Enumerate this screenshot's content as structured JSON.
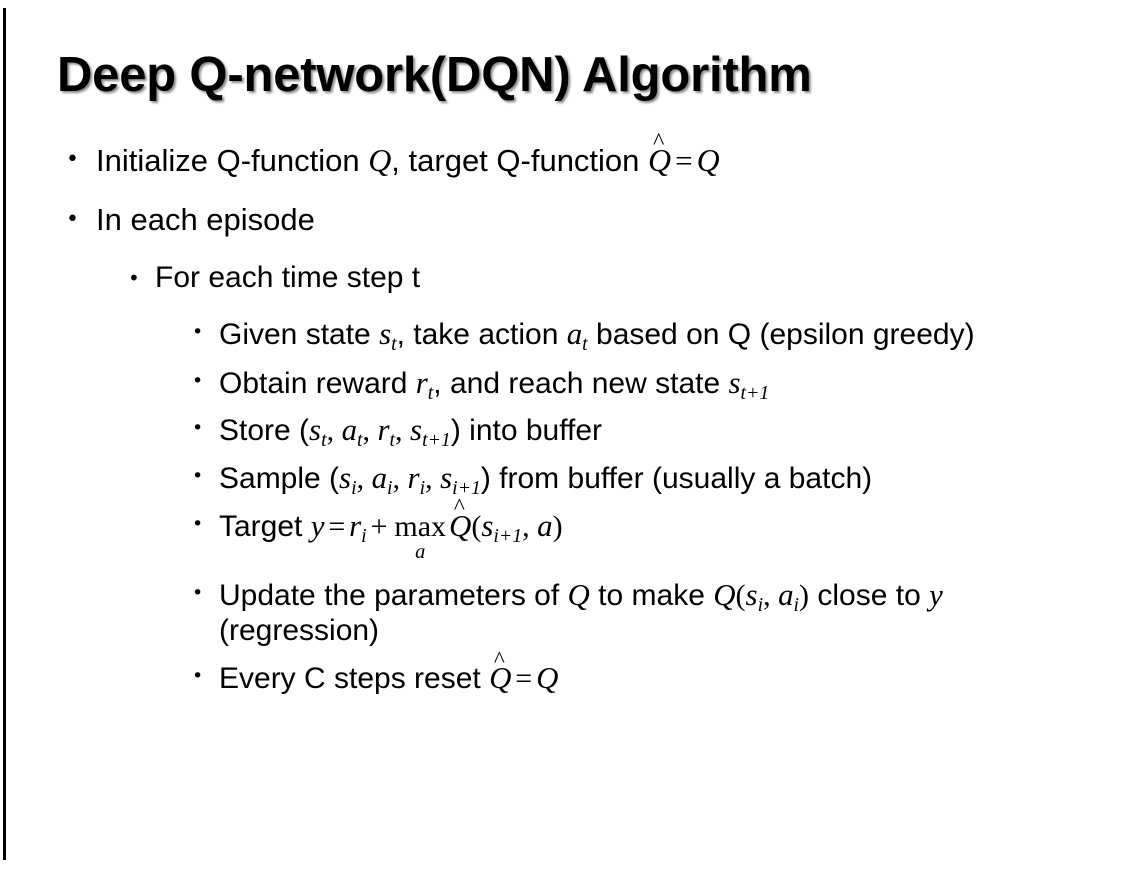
{
  "slide": {
    "title": "Deep Q-network(DQN) Algorithm",
    "background_color": "#ffffff",
    "text_color": "#000000",
    "accent_rule_color": "#000000",
    "bullet_glyph": "•"
  },
  "content": {
    "b1": {
      "level": 1,
      "text_parts": {
        "p1": "Initialize Q-function ",
        "var_q1": "Q",
        "p2": ", target Q-function ",
        "var_qhat": "Q",
        "hat": "̂",
        "eq": "=",
        "var_q2": "Q"
      },
      "plain": "Initialize Q-function Q, target Q-function Q̂ = Q"
    },
    "b2": {
      "level": 1,
      "plain": "In each episode"
    },
    "b3": {
      "level": 2,
      "plain": "For each time step t"
    },
    "b4": {
      "level": 3,
      "text_parts": {
        "p1": "Given state ",
        "var_s": "s",
        "sub_t1": "t",
        "p2": ", take action ",
        "var_a": "a",
        "sub_t2": "t",
        "p3": " based on Q (epsilon greedy)"
      },
      "plain": "Given state sₜ, take action aₜ based on Q (epsilon greedy)"
    },
    "b5": {
      "level": 3,
      "text_parts": {
        "p1": "Obtain reward ",
        "var_r": "r",
        "sub_t": "t",
        "p2": ", and reach new state ",
        "var_s": "s",
        "sub_t1": "t+1"
      },
      "plain": "Obtain reward rₜ, and reach new state sₜ₊₁"
    },
    "b6": {
      "level": 3,
      "text_parts": {
        "p1": "Store (",
        "v1": "s",
        "s1": "t",
        "c1": ", ",
        "v2": "a",
        "s2": "t",
        "c2": ", ",
        "v3": "r",
        "s3": "t",
        "c3": ", ",
        "v4": "s",
        "s4": "t+1",
        "p2": ") into buffer"
      },
      "plain": "Store (sₜ, aₜ, rₜ, sₜ₊₁) into buffer"
    },
    "b7": {
      "level": 3,
      "text_parts": {
        "p1": "Sample (",
        "v1": "s",
        "s1": "i",
        "c1": ", ",
        "v2": "a",
        "s2": "i",
        "c2": ", ",
        "v3": "r",
        "s3": "i",
        "c3": ", ",
        "v4": "s",
        "s4": "i+1",
        "p2": ") from buffer (usually a batch)"
      },
      "plain": "Sample (sᵢ, aᵢ, rᵢ, sᵢ₊₁) from buffer (usually a batch)"
    },
    "b8": {
      "level": 3,
      "text_parts": {
        "p1": "Target ",
        "var_y": "y",
        "eq": "=",
        "var_r": "r",
        "sub_i": "i",
        "plus": "+",
        "max_label": "max",
        "max_under": "a",
        "qhat": "Q",
        "hat": "̂",
        "open": "(",
        "var_s": "s",
        "sub_i1": "i+1",
        "comma": ", ",
        "var_a": "a",
        "close": ")"
      },
      "plain": "Target y = rᵢ + maxₐ Q̂(sᵢ₊₁, a)"
    },
    "b9": {
      "level": 3,
      "text_parts": {
        "p1": "Update the parameters of ",
        "var_q1": "Q",
        "p2": " to make ",
        "var_q2": "Q",
        "open": "(",
        "v1": "s",
        "s1": "i",
        "c1": ", ",
        "v2": "a",
        "s2": "i",
        "close": ")",
        "p3": " close to ",
        "var_y": "y",
        "p4": " (regression)"
      },
      "plain": "Update the parameters of Q to make Q(sᵢ, aᵢ) close to y (regression)"
    },
    "b10": {
      "level": 3,
      "text_parts": {
        "p1": "Every C steps reset ",
        "qhat": "Q",
        "hat": "̂",
        "eq": "=",
        "var_q": "Q"
      },
      "plain": "Every C steps reset Q̂ = Q"
    }
  }
}
